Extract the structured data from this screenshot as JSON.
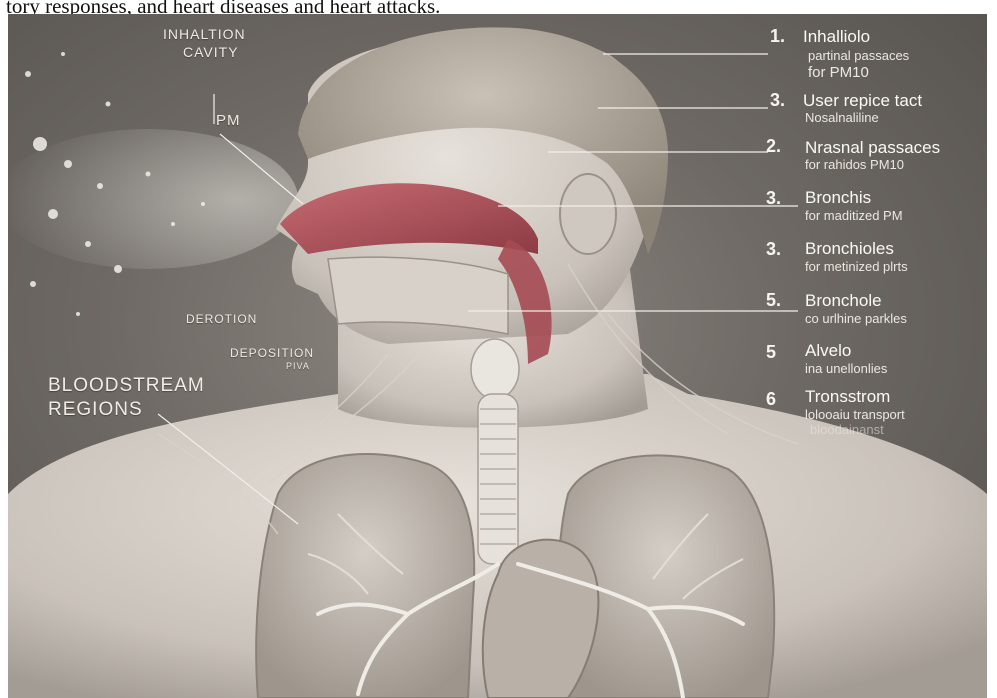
{
  "caption": "tory responses, and heart diseases and heart attacks.",
  "left_labels": {
    "inhalation": "INHALTION",
    "cavity": "CAVITY",
    "pm": "PM",
    "derotion": "DEROTION",
    "deposition": "DEPOSITION",
    "deposition_sub": "PIVA",
    "bloodstream": "BLOODSTREAM",
    "regions": "REGIONS"
  },
  "right_labels": [
    {
      "num": "1.",
      "title": "Inhalliolo",
      "sub": "partinal passaces",
      "sub2": "for PM10"
    },
    {
      "num": "3.",
      "title": "User repice tact",
      "sub": "Nosalnaliline"
    },
    {
      "num": "2.",
      "title": "Nrasnal passaces",
      "sub": "for rahidos PM10"
    },
    {
      "num": "3.",
      "title": "Bronchis",
      "sub": "for maditized PM"
    },
    {
      "num": "3.",
      "title": "Bronchioles",
      "sub": "for metinized plrts"
    },
    {
      "num": "5.",
      "title": "Bronchole",
      "sub": "co urlhine parkles"
    },
    {
      "num": "5",
      "title": "Alvelo",
      "sub": "ina unellonlies"
    },
    {
      "num": "6",
      "title": "Tronsstrom",
      "sub": "lolooaiu transport",
      "sub2": "bloodainanst"
    }
  ],
  "colors": {
    "background": "#6e6964",
    "skin": "#d9d3cc",
    "nasal_cavity": "#b5565e",
    "airway": "#e8e3dc",
    "lungs": "#bdb6ae"
  }
}
